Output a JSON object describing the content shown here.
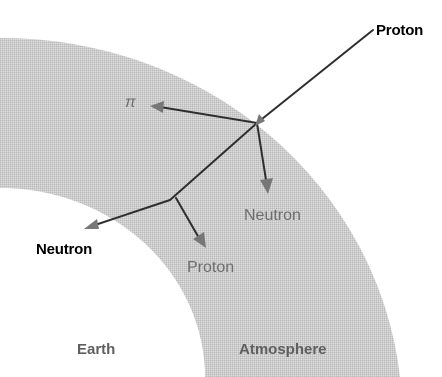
{
  "regions": {
    "atmosphere_label": "Atmosphere",
    "earth_label": "Earth"
  },
  "particles": {
    "incoming": "Proton",
    "pion": "π",
    "neutron_top": "Neutron",
    "proton_bottom": "Proton",
    "neutron_left": "Neutron"
  },
  "colors": {
    "atmosphere_fill": "#cfcfcf",
    "earth_fill": "#ffffff",
    "track": "#2e2e2e",
    "arrow_head": "#777777"
  }
}
